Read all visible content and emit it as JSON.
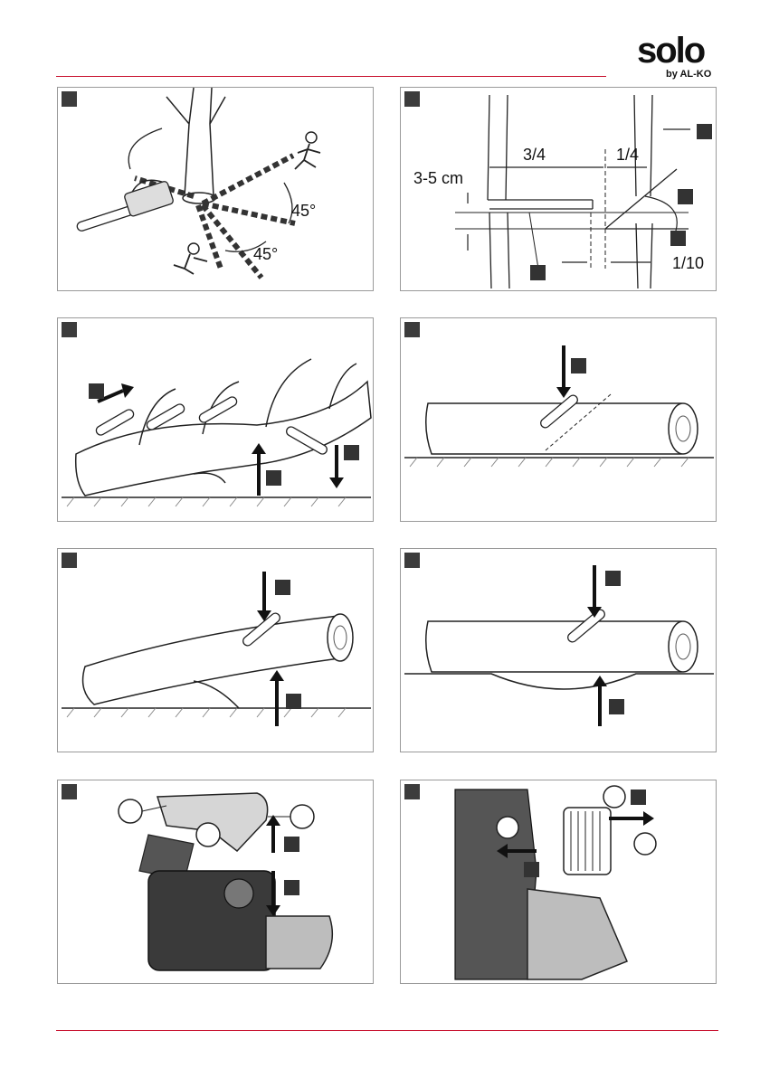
{
  "brand": {
    "name": "solo",
    "sub": "by AL-KO"
  },
  "colors": {
    "accent": "#c8102e",
    "marker": "#333333"
  },
  "panels": {
    "p1": {
      "angle_a": "45°",
      "angle_b": "45°"
    },
    "p2": {
      "dim_width": "3-5 cm",
      "frac_a": "3/4",
      "frac_b": "1/4",
      "frac_c": "1/10"
    }
  }
}
